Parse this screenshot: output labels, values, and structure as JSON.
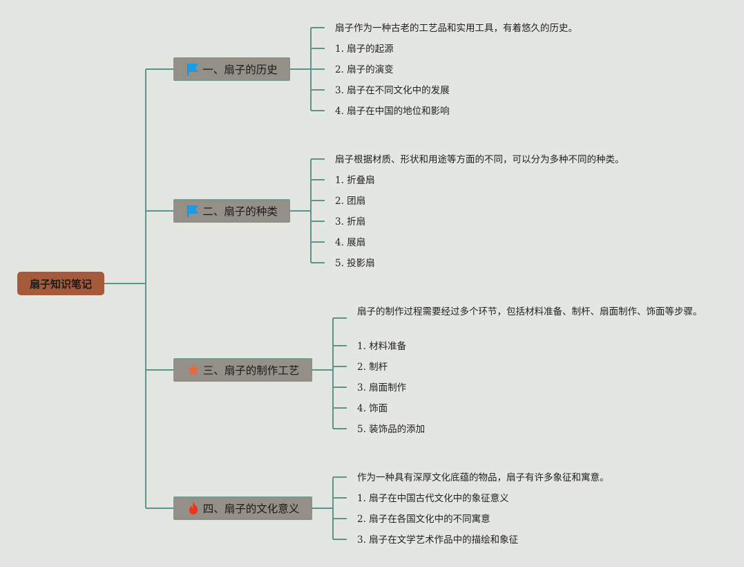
{
  "root": {
    "label": "扇子知识笔记",
    "color": "#a65a3c"
  },
  "line_color": "#5b9488",
  "branches": [
    {
      "label": "一、扇子的历史",
      "icon": "blue-flag-icon",
      "items": [
        "扇子作为一种古老的工艺品和实用工具，有着悠久的历史。",
        "1. 扇子的起源",
        "2. 扇子的演变",
        "3. 扇子在不同文化中的发展",
        "4. 扇子在中国的地位和影响"
      ]
    },
    {
      "label": "二、扇子的种类",
      "icon": "blue-flag-icon",
      "items": [
        "扇子根据材质、形状和用途等方面的不同，可以分为多种不同的种类。",
        "1. 折叠扇",
        "2. 团扇",
        "3. 折扇",
        "4. 展扇",
        "5. 投影扇"
      ]
    },
    {
      "label": "三、扇子的制作工艺",
      "icon": "orange-star-icon",
      "items": [
        "扇子的制作过程需要经过多个环节，包括材料准备、制杆、扇面制作、饰面等步骤。",
        "1. 材料准备",
        "2. 制杆",
        "3. 扇面制作",
        "4. 饰面",
        "5. 装饰品的添加"
      ]
    },
    {
      "label": "四、扇子的文化意义",
      "icon": "fire-icon",
      "items": [
        "作为一种具有深厚文化底蕴的物品，扇子有许多象征和寓意。",
        "1. 扇子在中国古代文化中的象征意义",
        "2. 扇子在各国文化中的不同寓意",
        "3. 扇子在文学艺术作品中的描绘和象征"
      ]
    }
  ]
}
